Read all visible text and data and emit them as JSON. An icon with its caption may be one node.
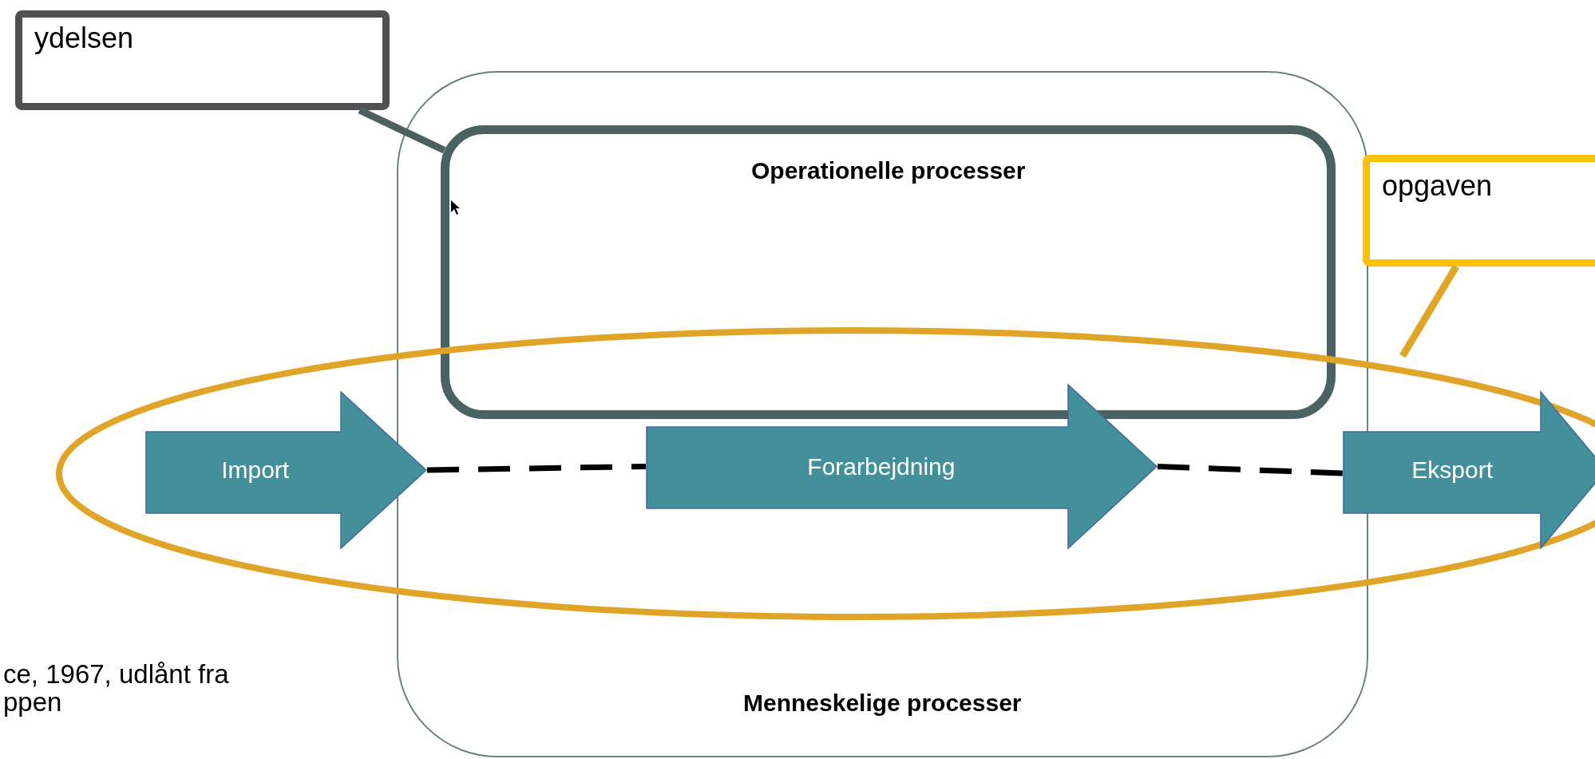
{
  "diagram": {
    "nodes": [
      {
        "text": [
          "ydelsen"
        ]
      },
      {
        "text": [
          "Menneskelige processer"
        ]
      },
      {
        "text": [
          "Operationelle processer"
        ],
        "in": 1
      },
      {
        "text": [
          "opgaven"
        ]
      },
      {
        "text": [],
        "shape": "ellipse"
      },
      {
        "text": [
          "Import"
        ],
        "in": 4
      },
      {
        "text": [
          "Forarbejdning"
        ]
      },
      {
        "text": [
          "Eksport"
        ],
        "in": 4
      }
    ],
    "edges": [
      {
        "from": 0,
        "to": 2,
        "arrow": "none",
        "color": "#4f5f5f"
      },
      {
        "from": 3,
        "to": 4,
        "arrow": "none",
        "color": "#e0a528"
      },
      {
        "from": 5,
        "to": 6,
        "arrow": "none",
        "style": "dashed"
      },
      {
        "from": 6,
        "to": 7,
        "arrow": "none",
        "style": "dashed"
      }
    ],
    "labels": [
      "ce, 1967, udlånt fra ppen"
    ]
  }
}
